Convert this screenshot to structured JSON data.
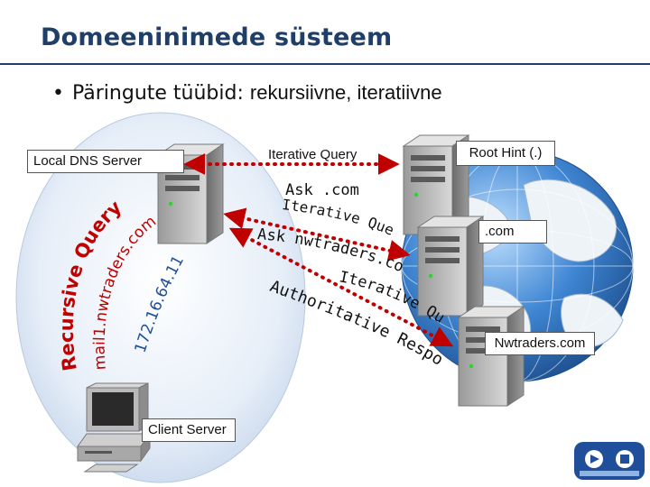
{
  "slide": {
    "title": "Domeeninimede süsteem",
    "bullet": {
      "prefix": "Päringute tüübid: ",
      "text": "rekursiivne, iteratiivne"
    }
  },
  "diagram": {
    "local_dns_label": "Local DNS Server",
    "iterative_query_label": "Iterative Query",
    "root_hint_label": "Root Hint (.)",
    "ask_com": "Ask .com",
    "iterative_query_2": "Iterative Query",
    "ask_nwtraders": "Ask nwtraders.com",
    "com_label": ".com",
    "iterative_query_3": "Iterative Query",
    "authoritative_response": "Authoritative Response",
    "nwtraders_label": "Nwtraders.com",
    "recursive_query": "Recursive Query",
    "mail_host": "mail1.nwtraders.com",
    "ip_address": "172.16.64.11",
    "client_server_label": "Client Server"
  },
  "colors": {
    "title": "#1f3f68",
    "arrow_red": "#c00000",
    "recursive_blue": "#1f4e9a",
    "ip_blue": "#1f4e9a",
    "globe_ocean": "#4a8fd6",
    "globe_land": "#e8eef5",
    "ellipse_fill": "#d7e3f2"
  },
  "icons": [
    "server-icon",
    "globe-icon",
    "client-computer-icon",
    "logo-icon"
  ]
}
